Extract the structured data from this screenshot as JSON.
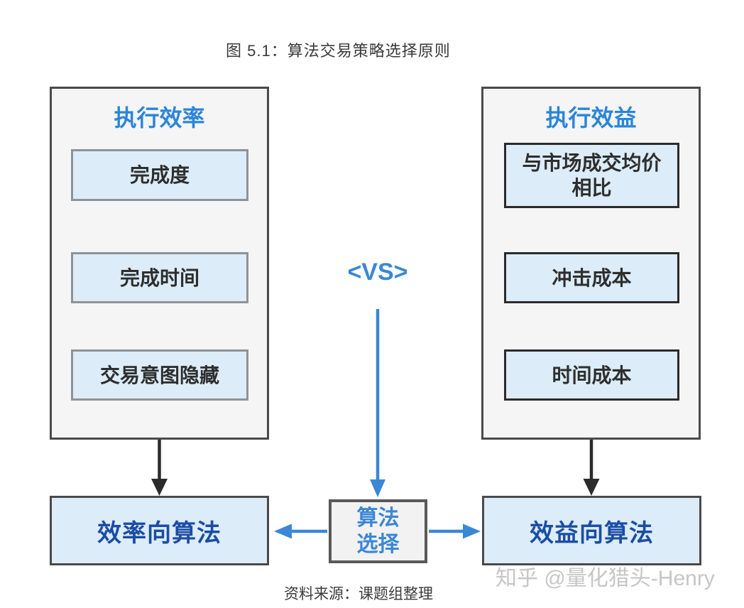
{
  "figure": {
    "title": "图 5.1：算法交易策略选择原则",
    "source_note": "资料来源：课题组整理",
    "watermark": "知乎 @量化猎头-Henry"
  },
  "left_panel": {
    "header": "执行效率",
    "items": [
      "完成度",
      "完成时间",
      "交易意图隐藏"
    ]
  },
  "right_panel": {
    "header": "执行效益",
    "items": [
      "与市场成交均价\n相比",
      "冲击成本",
      "时间成本"
    ]
  },
  "center": {
    "vs_label": "<VS>",
    "selector_lines": [
      "算法",
      "选择"
    ]
  },
  "outcomes": {
    "left": "效率向算法",
    "right": "效益向算法"
  },
  "colors": {
    "accent_blue": "#3a87d6",
    "header_blue": "#2b85d8",
    "dark_blue_text": "#1b4da6",
    "light_blue_fill": "#dcecf8",
    "panel_fill": "#f5f5f6",
    "selector_fill": "#f2f2f2",
    "border_dark": "#4a4a4a",
    "border_gray": "#8f9396",
    "border_black": "#2b2b2b",
    "arrow_black": "#2b2b2b",
    "text_dark": "#3a3a3a",
    "watermark_gray": "#c6c6c6"
  }
}
